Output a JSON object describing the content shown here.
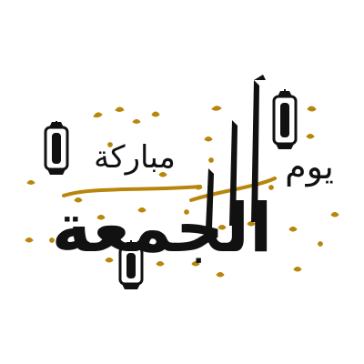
{
  "artwork": {
    "main_text": "الجمعة",
    "upper_text": "يوم",
    "secondary_text": "مباركة",
    "colors": {
      "background": "#ffffff",
      "ink": "#111111",
      "gold": "#b8860b"
    },
    "icons": [
      "lantern-icon",
      "lantern-icon",
      "lantern-icon"
    ]
  }
}
